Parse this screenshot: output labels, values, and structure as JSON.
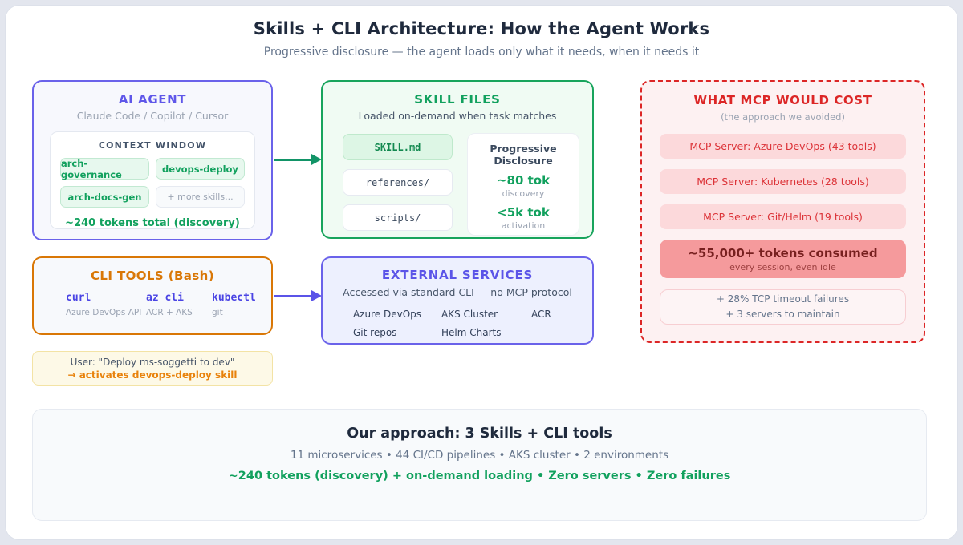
{
  "title": "Skills + CLI Architecture: How the Agent Works",
  "subtitle": "Progressive disclosure — the agent loads only what it needs, when it needs it",
  "colors": {
    "indigo": "#6a62ea",
    "green": "#12a15e",
    "red": "#dc2626",
    "orange": "#d97706",
    "salmon": "#f59a9c",
    "yellow_note": "#fdf9e7"
  },
  "ai_agent": {
    "title": "AI AGENT",
    "subtitle": "Claude Code / Copilot / Cursor",
    "context_window": {
      "label": "CONTEXT WINDOW",
      "skills": [
        "arch-governance",
        "devops-deploy",
        "arch-docs-gen"
      ],
      "more_label": "+ more skills...",
      "total": "~240 tokens total (discovery)"
    }
  },
  "skill_files": {
    "title": "SKILL FILES",
    "subtitle": "Loaded on-demand when task matches",
    "files": [
      "SKILL.md",
      "references/",
      "scripts/"
    ],
    "disclosure": {
      "title": "Progressive Disclosure",
      "discovery_value": "~80 tok",
      "discovery_label": "discovery",
      "activation_value": "<5k tok",
      "activation_label": "activation"
    }
  },
  "mcp_cost": {
    "title": "WHAT MCP WOULD COST",
    "subtitle": "(the approach we avoided)",
    "servers": [
      "MCP Server: Azure DevOps (43 tools)",
      "MCP Server: Kubernetes (28 tools)",
      "MCP Server: Git/Helm (19 tools)"
    ],
    "tokens": {
      "value": "~55,000+ tokens consumed",
      "note": "every session, even idle"
    },
    "failures": [
      "+ 28% TCP timeout failures",
      "+ 3 servers to maintain"
    ]
  },
  "cli_tools": {
    "title": "CLI TOOLS (Bash)",
    "tools": [
      {
        "name": "curl",
        "desc": "Azure DevOps API"
      },
      {
        "name": "az cli",
        "desc": "ACR + AKS"
      },
      {
        "name": "kubectl",
        "desc": "git"
      }
    ]
  },
  "user_note": {
    "line1": "User: \"Deploy ms-soggetti to dev\"",
    "line2": "→ activates devops-deploy skill"
  },
  "external_services": {
    "title": "EXTERNAL SERVICES",
    "subtitle": "Accessed via standard CLI — no MCP protocol",
    "services": [
      "Azure DevOps",
      "AKS Cluster",
      "ACR",
      "Git repos",
      "Helm Charts"
    ]
  },
  "summary": {
    "title": "Our approach: 3 Skills + CLI tools",
    "line1": "11 microservices • 44 CI/CD pipelines • AKS cluster • 2 environments",
    "line2": "~240 tokens (discovery) + on-demand loading • Zero servers • Zero failures"
  }
}
